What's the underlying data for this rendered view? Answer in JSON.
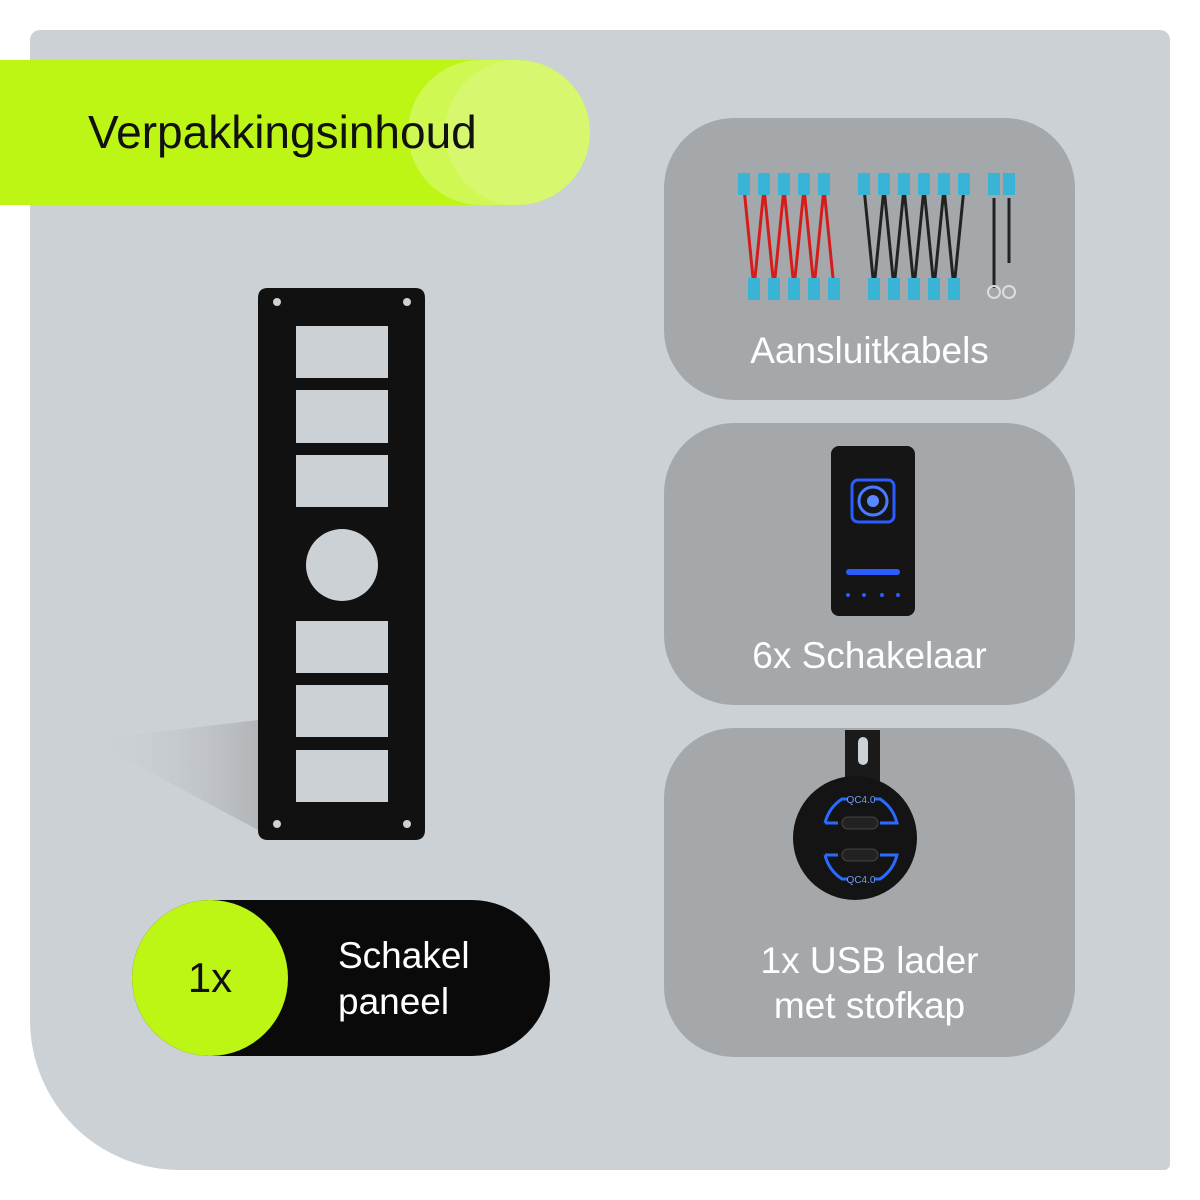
{
  "header": {
    "title": "Verpakkingsinhoud"
  },
  "main_item": {
    "quantity": "1x",
    "label_line1": "Schakel",
    "label_line2": "paneel"
  },
  "cards": [
    {
      "label": "Aansluitkabels",
      "icon": "cable-set-icon"
    },
    {
      "label": "6x Schakelaar",
      "icon": "rocker-switch-icon"
    },
    {
      "label_line1": "1x USB lader",
      "label_line2": "met stofkap",
      "icon": "usb-charger-icon",
      "port_labels": [
        "QC4.0",
        "QC4.0"
      ]
    }
  ],
  "colors": {
    "accent": "#bdf614",
    "panel": "#ccd1d6",
    "card": "#a5a8ab",
    "led": "#2a5cff"
  }
}
